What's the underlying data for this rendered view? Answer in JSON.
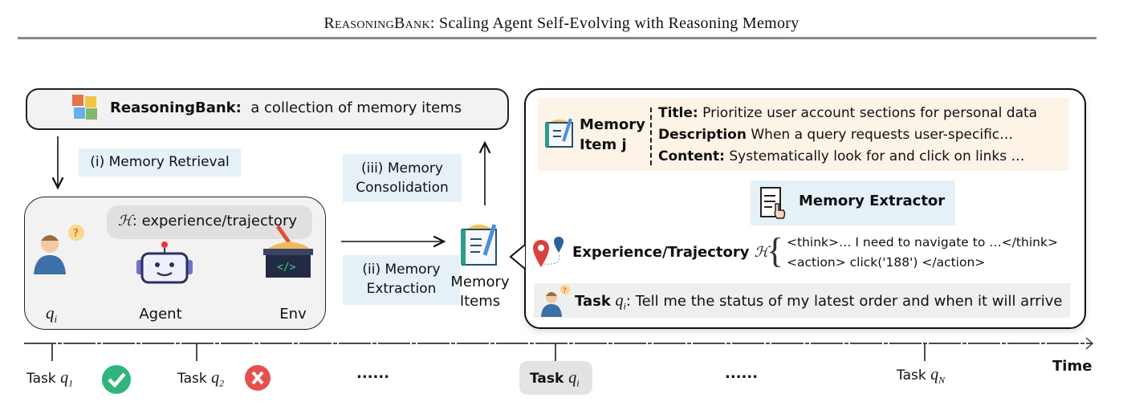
{
  "header": {
    "title_smallcaps": "ReasoningBank",
    "title_rest": ": Scaling Agent Self-Evolving with Reasoning Memory"
  },
  "bank": {
    "name": "ReasoningBank:",
    "desc": "a collection of memory items",
    "icon": "puzzle-icon"
  },
  "steps": {
    "retrieval": "(i) Memory Retrieval",
    "extraction_1": "(ii) Memory",
    "extraction_2": "Extraction",
    "consolidation_1": "(iii) Memory",
    "consolidation_2": "Consolidation"
  },
  "loop": {
    "h_symbol": "ℋ",
    "h_label": ": experience/trajectory",
    "query": "q",
    "query_sub": "i",
    "agent": "Agent",
    "env": "Env"
  },
  "memory_items": {
    "line1": "Memory",
    "line2": "Items"
  },
  "detail": {
    "item_label_1": "Memory",
    "item_label_2": "Item j",
    "title_key": "Title:",
    "title_val": "Prioritize user account sections for personal data",
    "desc_key": "Description",
    "desc_val": "When a query requests user-specific…",
    "content_key": "Content:",
    "content_val": "Systematically look for and click on links …",
    "extractor": "Memory Extractor",
    "exp_label": "Experience/Trajectory",
    "exp_symbol": "ℋ",
    "think": "<think>… I need to navigate to …</think>",
    "action": "<action> click('188') </action>",
    "task_key": "Task",
    "task_q": "q",
    "task_sub": "i",
    "task_val": ": Tell me the status of my latest order and when it will arrive"
  },
  "timeline": {
    "label": "Time",
    "tasks": [
      {
        "prefix": "Task",
        "q": "q",
        "sub": "1",
        "status": "success"
      },
      {
        "prefix": "Task",
        "q": "q",
        "sub": "2",
        "status": "failure"
      },
      {
        "prefix": "Task",
        "q": "q",
        "sub": "i",
        "status": "current"
      },
      {
        "prefix": "Task",
        "q": "q",
        "sub": "N",
        "status": ""
      }
    ],
    "ellipsis": "......",
    "colors": {
      "success": "#2fb57c",
      "failure": "#e5504f",
      "highlight": "#e3e3e3"
    }
  }
}
